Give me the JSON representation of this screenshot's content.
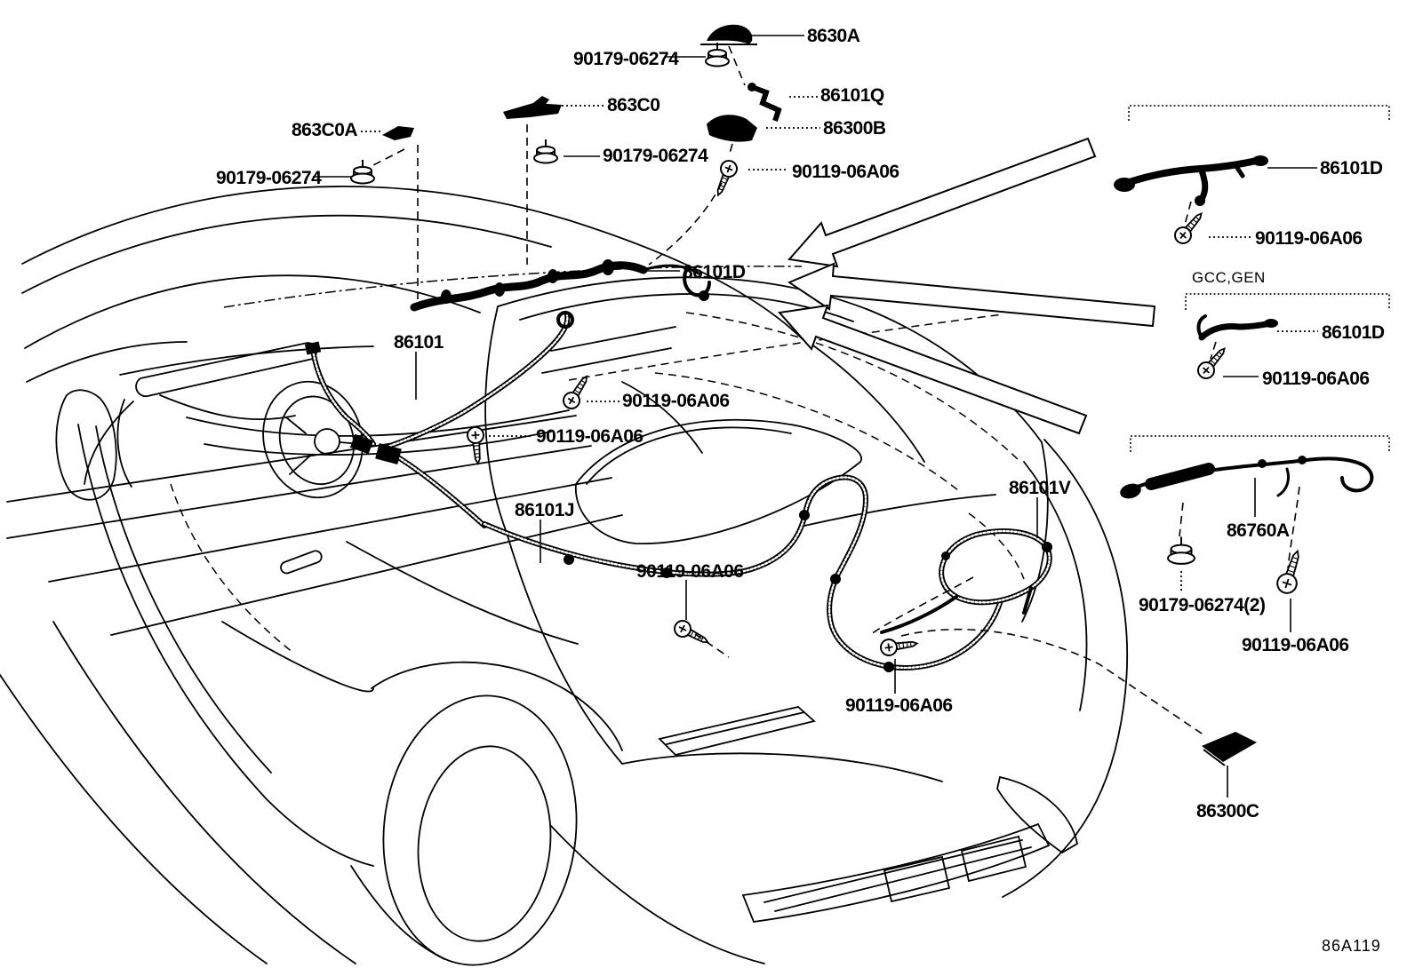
{
  "figure": {
    "code": "86A119",
    "region_note": "GCC,GEN"
  },
  "labels": [
    {
      "id": "8630A",
      "text": "8630A"
    },
    {
      "id": "90179-06274-top",
      "text": "90179-06274"
    },
    {
      "id": "863C0",
      "text": "863C0"
    },
    {
      "id": "86101Q",
      "text": "86101Q"
    },
    {
      "id": "86300B",
      "text": "86300B"
    },
    {
      "id": "863C0A",
      "text": "863C0A"
    },
    {
      "id": "90179-06274-left",
      "text": "90179-06274"
    },
    {
      "id": "90179-06274-mid",
      "text": "90179-06274"
    },
    {
      "id": "90119-06A06-top",
      "text": "90119-06A06"
    },
    {
      "id": "86101D-center",
      "text": "86101D"
    },
    {
      "id": "86101",
      "text": "86101"
    },
    {
      "id": "90119-06A06-c1",
      "text": "90119-06A06"
    },
    {
      "id": "90119-06A06-c2",
      "text": "90119-06A06"
    },
    {
      "id": "86101J",
      "text": "86101J"
    },
    {
      "id": "90119-06A06-c3",
      "text": "90119-06A06"
    },
    {
      "id": "86101V",
      "text": "86101V"
    },
    {
      "id": "90119-06A06-c4",
      "text": "90119-06A06"
    },
    {
      "id": "86101D-r1",
      "text": "86101D"
    },
    {
      "id": "90119-06A06-r1",
      "text": "90119-06A06"
    },
    {
      "id": "86101D-r2",
      "text": "86101D"
    },
    {
      "id": "90119-06A06-r2",
      "text": "90119-06A06"
    },
    {
      "id": "86760A",
      "text": "86760A"
    },
    {
      "id": "90179-06274-2",
      "text": "90179-06274(2)"
    },
    {
      "id": "90119-06A06-r3",
      "text": "90119-06A06"
    },
    {
      "id": "86300C",
      "text": "86300C"
    }
  ]
}
